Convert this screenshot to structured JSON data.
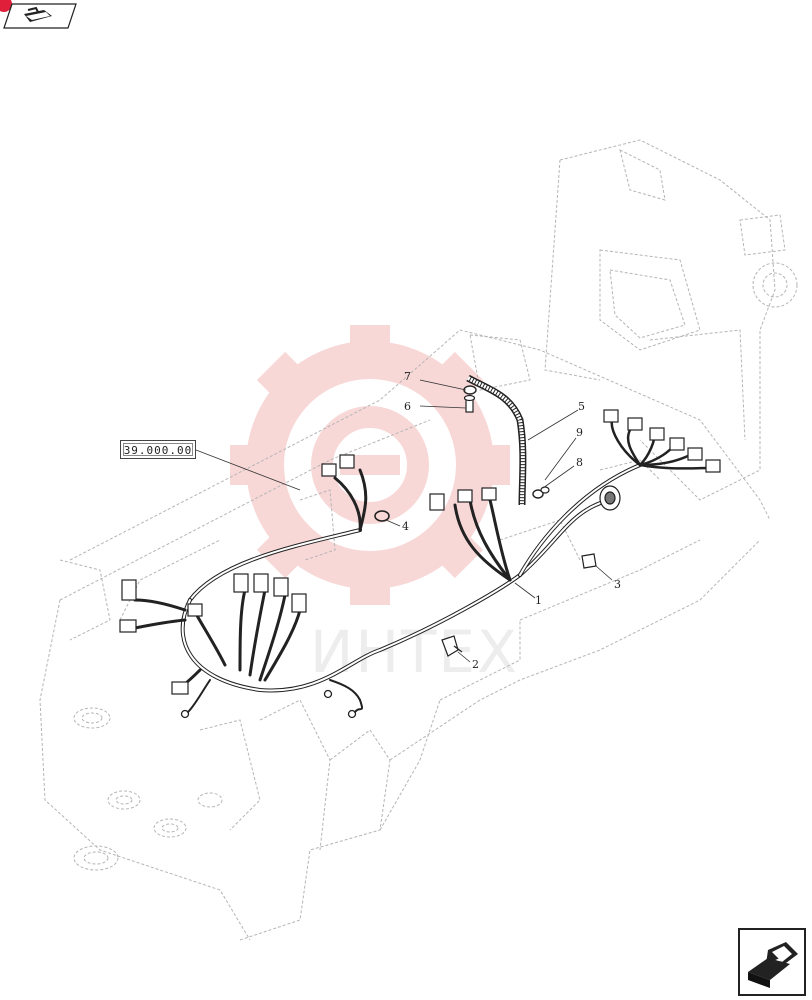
{
  "reference": {
    "label": "39.000.00"
  },
  "callouts": [
    "1",
    "2",
    "3",
    "4",
    "5",
    "6",
    "7",
    "8",
    "9"
  ],
  "watermark": {
    "text": "ИНТЕХ",
    "color": "#f0a8a8"
  },
  "nav": {
    "prev_icon": "folder-arrow-icon",
    "next_icon": "next-page-arrow-icon"
  },
  "colors": {
    "line": "#222222",
    "frame": "#b0b0b0",
    "accent": "#e0203a"
  }
}
